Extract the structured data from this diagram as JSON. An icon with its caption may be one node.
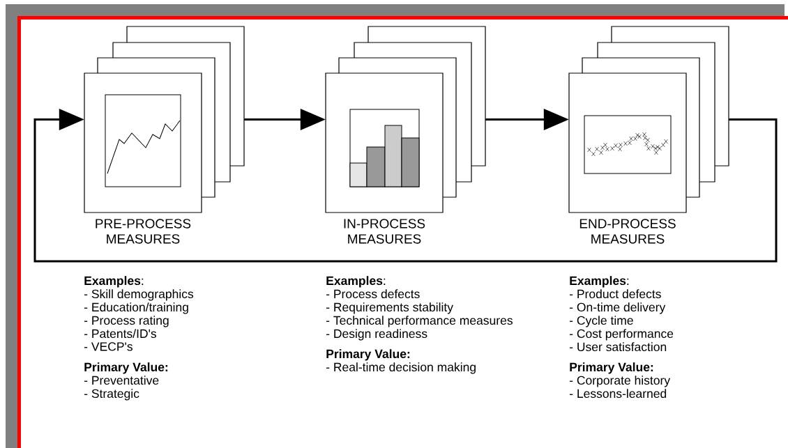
{
  "diagram": {
    "nodes": [
      {
        "text": [
          "PRE-PROCESS MEASURES"
        ]
      },
      {
        "text": [
          "IN-PROCESS MEASURES"
        ]
      },
      {
        "text": [
          "END-PROCESS MEASURES"
        ]
      }
    ],
    "edges": [
      {
        "from": 0,
        "to": 1,
        "arrow": "to"
      },
      {
        "from": 1,
        "to": 2,
        "arrow": "to"
      },
      {
        "from": 2,
        "to": 0,
        "arrow": "to"
      }
    ],
    "labels": [
      "**Examples**:",
      "- Skill demographics",
      "- Education/training",
      "- Process rating",
      "- Patents/ID's",
      "- VECP's",
      "Primary Value:",
      "- Preventative",
      "- Strategic",
      "**Examples**:",
      "- Process defects",
      "- Requirements stability",
      "- Technical performance measures",
      "- Design readiness",
      "Primary Value:",
      "- Real-time decision making",
      "**Examples**:",
      "- Product defects",
      "- On-time delivery",
      "- Cycle time",
      "- Cost performance",
      "- User satisfaction",
      "Primary Value:",
      "- Corporate history",
      "- Lessons-learned"
    ]
  }
}
